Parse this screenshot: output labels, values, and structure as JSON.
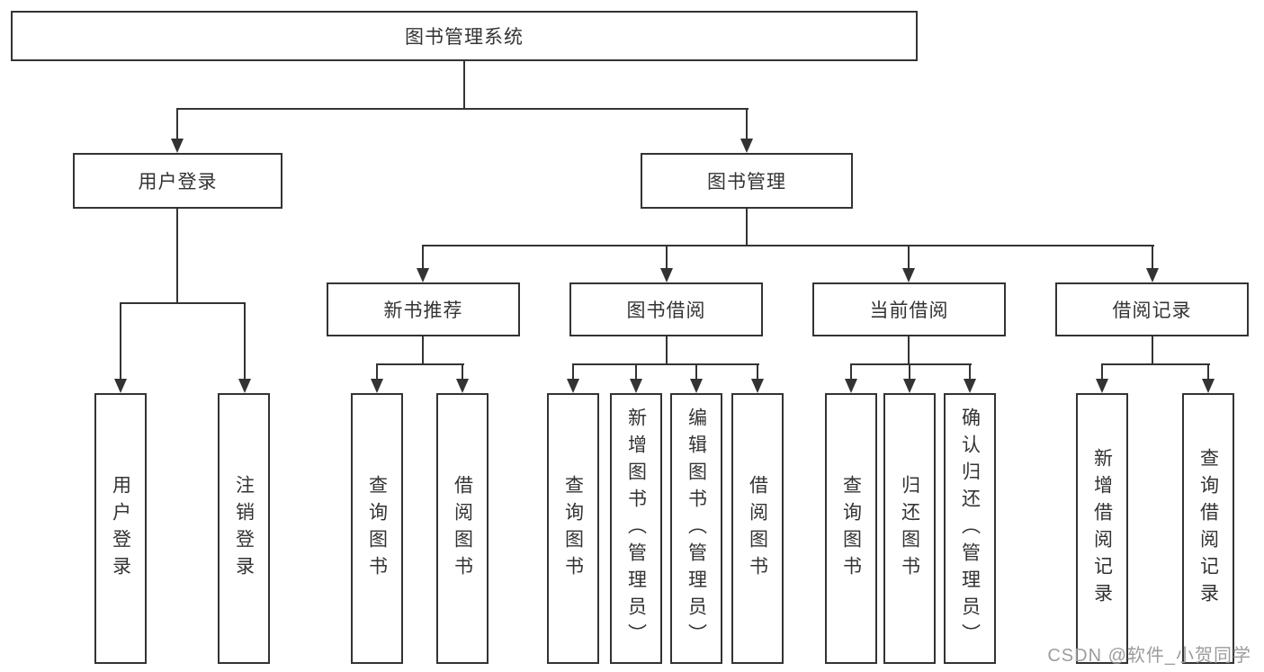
{
  "root_label": "图书管理系统",
  "branches": {
    "user_login": {
      "label": "用户登录",
      "children": [
        "用户登录",
        "注销登录"
      ]
    },
    "book_mgmt": {
      "label": "图书管理",
      "sections": {
        "new_book": {
          "label": "新书推荐",
          "children": [
            "查询图书",
            "借阅图书"
          ]
        },
        "book_borrow": {
          "label": "图书借阅",
          "children": [
            "查询图书",
            "新增图书（管理员）",
            "编辑图书（管理员）",
            "借阅图书"
          ]
        },
        "current_borrow": {
          "label": "当前借阅",
          "children": [
            "查询图书",
            "归还图书",
            "确认归还（管理员）"
          ]
        },
        "borrow_record": {
          "label": "借阅记录",
          "children": [
            "新增借阅记录",
            "查询借阅记录"
          ]
        }
      }
    }
  },
  "watermark": {
    "text": "CSDN @软件_小贺同学"
  },
  "colors": {
    "line": "#333333",
    "text": "#333333",
    "background": "#ffffff",
    "watermark": "#9c9c9c"
  }
}
